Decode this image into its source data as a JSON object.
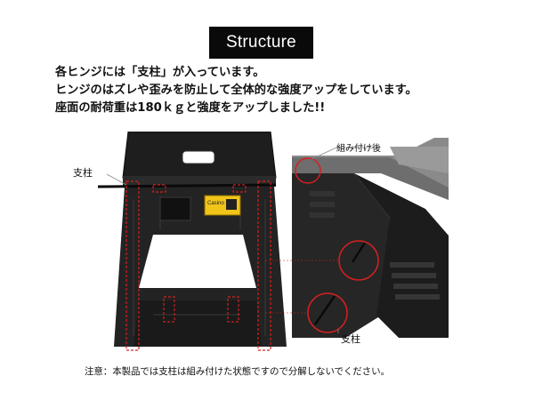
{
  "title": "Structure",
  "intro": {
    "line1": "各ヒンジには「支柱」が入っています。",
    "line2": "ヒンジのはズレや歪みを防止して全体的な強度アップをしています。",
    "line3": "座面の耐荷重は180ｋｇと強度をアップしました!!"
  },
  "labels": {
    "pillar_left": "支柱",
    "assembled_after": "組み付け後",
    "pillar_right": "支柱"
  },
  "product_label": {
    "brand": "Casino"
  },
  "note": "注意：本製品では支柱は組み付けた状態ですので分解しないでください。",
  "colors": {
    "stool_black": "#1f1f1f",
    "stool_grey": "#6e6e6e",
    "highlight_red": "#d42020",
    "label_yellow": "#f0c419"
  }
}
